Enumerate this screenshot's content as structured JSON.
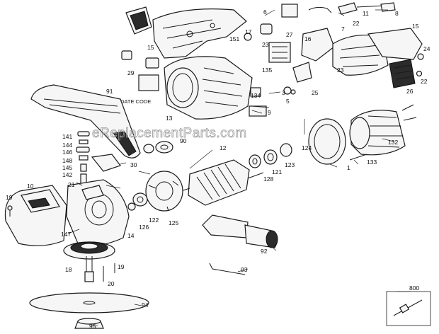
{
  "watermark": "eReplacementParts.com",
  "callouts": {
    "c1": "1",
    "c3": "3",
    "c5": "5",
    "c6": "6",
    "c7": "7",
    "c8": "8",
    "c9": "9",
    "c10": "10",
    "c11": "11",
    "c12": "12",
    "c13": "13",
    "c14": "14",
    "c15a": "15",
    "c15b": "15",
    "c16": "16",
    "c17": "17",
    "c18": "18",
    "c19a": "19",
    "c19b": "19",
    "c20": "20",
    "c21": "21",
    "c22a": "22",
    "c22b": "22",
    "c23a": "23",
    "c23b": "23",
    "c24": "24",
    "c25": "25",
    "c26": "26",
    "c27": "27",
    "c29": "29",
    "c30": "30",
    "c90": "90",
    "c91": "91",
    "c92": "92",
    "c93": "93",
    "c94": "94",
    "c95": "95",
    "c121": "121",
    "c122": "122",
    "c123": "123",
    "c124": "124",
    "c125": "125",
    "c126": "126",
    "c128": "128",
    "c132": "132",
    "c133": "133",
    "c134": "134",
    "c135": "135",
    "c141": "141",
    "c142": "142",
    "c144": "144",
    "c145": "145",
    "c146": "146",
    "c147": "147",
    "c148": "148",
    "c151": "151",
    "c800": "800"
  },
  "labels": {
    "date_code": "DATE CODE"
  }
}
